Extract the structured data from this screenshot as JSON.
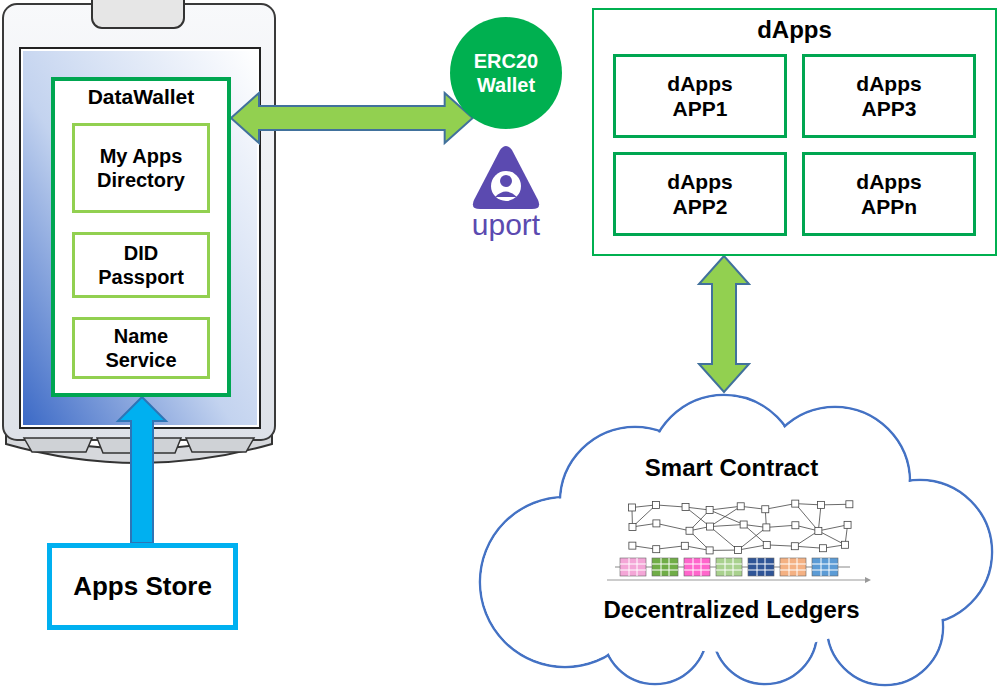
{
  "diagram": {
    "nodes": [
      {
        "text": [
          "DataWallet"
        ]
      },
      {
        "text": [
          "My Apps Directory"
        ],
        "in": 0
      },
      {
        "text": [
          "DID Passport"
        ],
        "in": 0
      },
      {
        "text": [
          "Name Service"
        ],
        "in": 0
      },
      {
        "text": [
          "ERC20 Wallet"
        ]
      },
      {
        "text": [
          "dApps"
        ]
      },
      {
        "text": [
          "dApps APP1"
        ],
        "in": 5
      },
      {
        "text": [
          "dApps APP3"
        ],
        "in": 5
      },
      {
        "text": [
          "dApps APP2"
        ],
        "in": 5
      },
      {
        "text": [
          "dApps APPn"
        ],
        "in": 5
      },
      {
        "text": [
          "Apps Store"
        ]
      },
      {
        "text": [
          "Smart Contract",
          "Decentralized Ledgers"
        ]
      }
    ],
    "edges": [
      {
        "from": 0,
        "to": 4,
        "arrow": "both"
      },
      {
        "from": 5,
        "to": 11,
        "arrow": "both"
      },
      {
        "from": 10,
        "to": 0,
        "arrow": "to"
      }
    ],
    "labels": [
      "uport"
    ]
  }
}
